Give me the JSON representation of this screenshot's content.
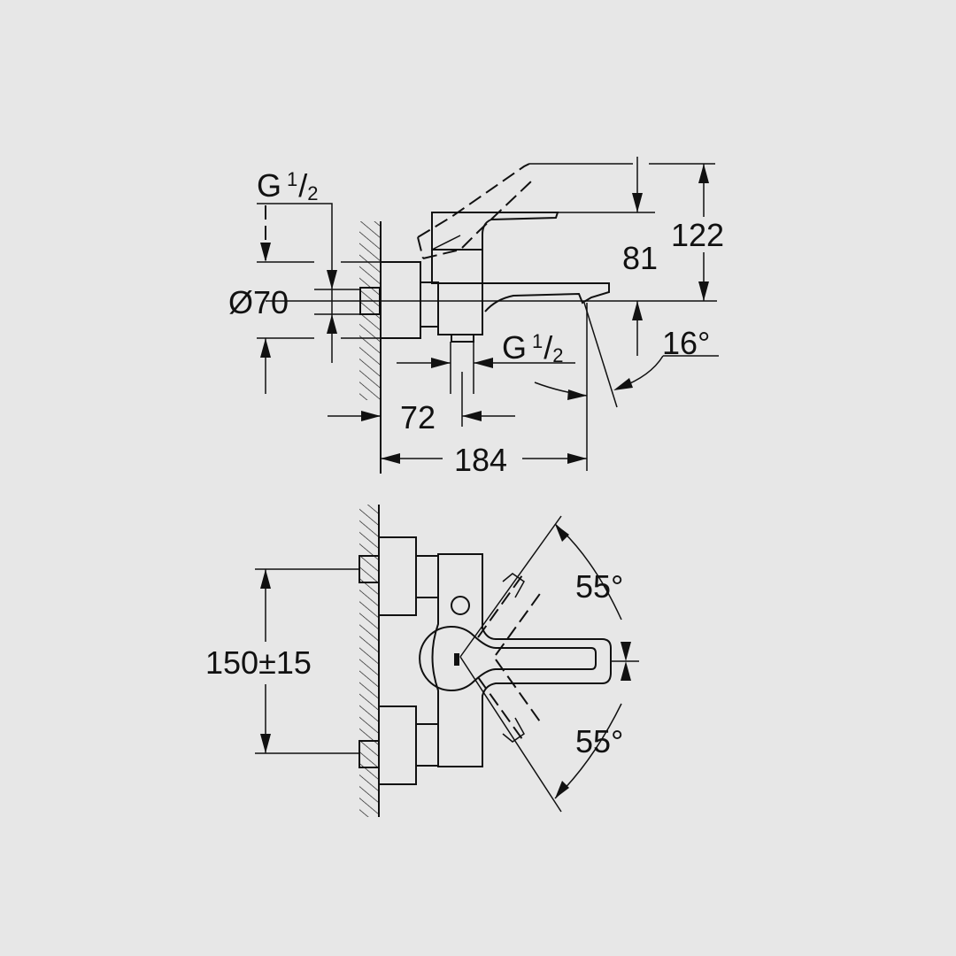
{
  "side_view": {
    "inlet_top": {
      "g": "G",
      "num": "1",
      "den": "2"
    },
    "rosette_diameter": "Ø70",
    "outlet_bottom": {
      "g": "G",
      "num": "1",
      "den": "2"
    },
    "depth_outlet": "72",
    "projection": "184",
    "spout_height": "81",
    "total_height": "122",
    "spout_angle": "16°"
  },
  "front_view": {
    "inlet_centres": "150±15",
    "lever_angle_up": "55°",
    "lever_angle_down": "55°"
  }
}
